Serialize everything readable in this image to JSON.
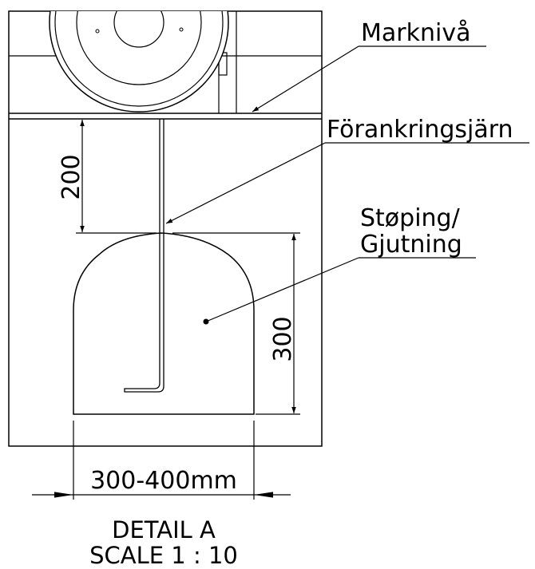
{
  "labels": {
    "ground_level": "Marknivå",
    "anchor_iron": "Förankringsjärn",
    "casting_line1": "Støping/",
    "casting_line2": "Gjutning"
  },
  "dimensions": {
    "depth": "200",
    "height": "300",
    "width": "300-400mm"
  },
  "caption": {
    "title": "DETAIL A",
    "scale": "SCALE 1 : 10"
  },
  "colors": {
    "line": "#000000",
    "background": "#ffffff"
  }
}
